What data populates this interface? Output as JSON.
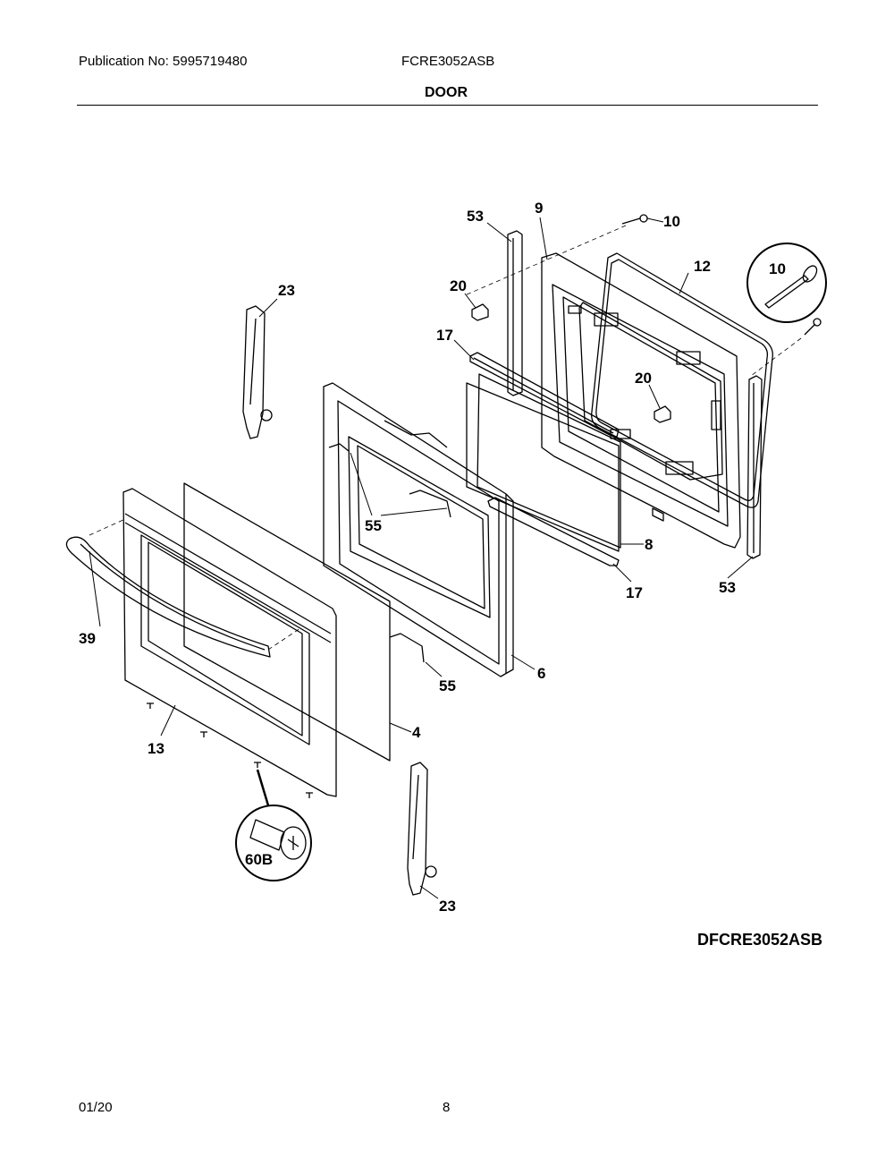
{
  "header": {
    "publication": "Publication No: 5995719480",
    "model": "FCRE3052ASB",
    "section": "DOOR"
  },
  "callouts": {
    "c53_top": "53",
    "c9": "9",
    "c10_top": "10",
    "c12": "12",
    "c10_inset": "10",
    "c23_top": "23",
    "c20_top": "20",
    "c17_top": "17",
    "c20_mid": "20",
    "c55_mid": "55",
    "c8": "8",
    "c17_bottom": "17",
    "c53_bottom": "53",
    "c39": "39",
    "c6": "6",
    "c55_bottom": "55",
    "c4": "4",
    "c13": "13",
    "c60b": "60B",
    "c23_bottom": "23"
  },
  "drawing_id": "DFCRE3052ASB",
  "footer": {
    "date": "01/20",
    "page": "8"
  }
}
